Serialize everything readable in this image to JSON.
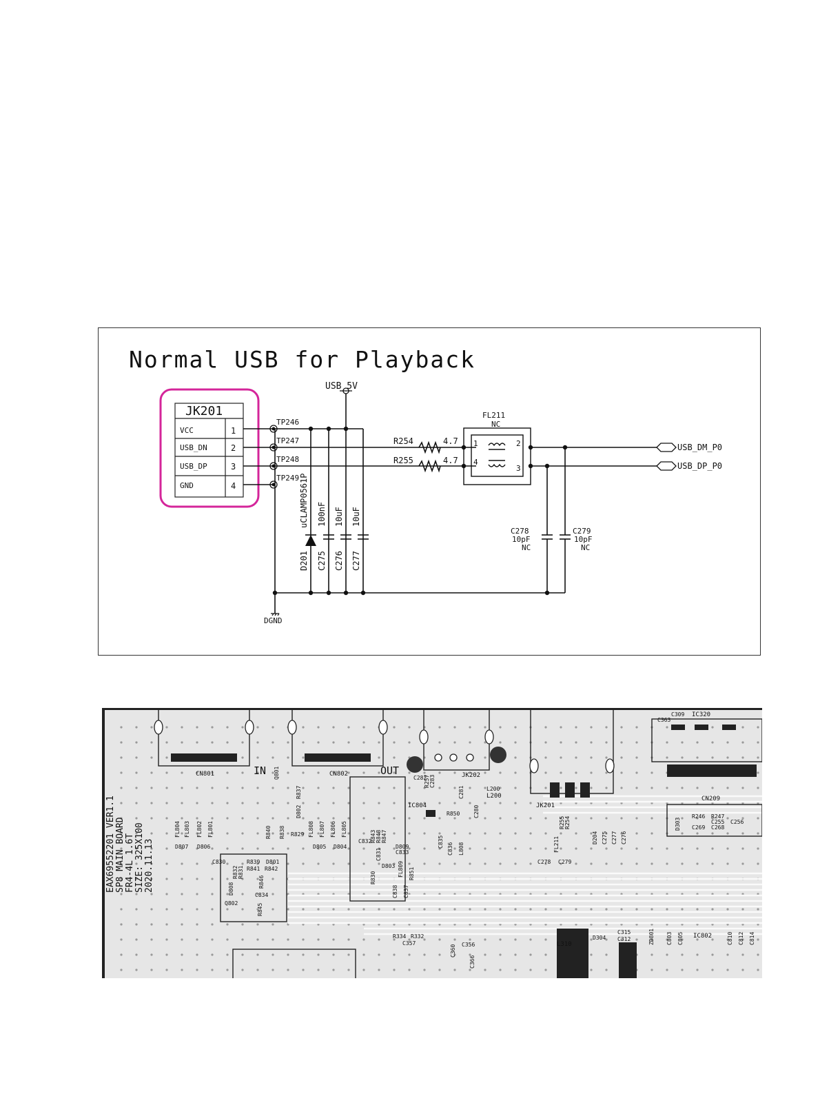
{
  "schematic": {
    "title": "Normal USB for Playback",
    "connector": {
      "ref": "JK201",
      "pins": [
        {
          "name": "VCC",
          "num": "1"
        },
        {
          "name": "USB_DN",
          "num": "2"
        },
        {
          "name": "USB_DP",
          "num": "3"
        },
        {
          "name": "GND",
          "num": "4"
        }
      ],
      "highlight_color": "#d4259a"
    },
    "test_points": [
      "TP246",
      "TP247",
      "TP248",
      "TP249"
    ],
    "power_label": "USB_5V",
    "ground_label": "DGND",
    "filter": {
      "ref": "FL211",
      "value": "NC",
      "pins": [
        "1",
        "2",
        "4",
        "3"
      ]
    },
    "resistors": [
      {
        "ref": "R254",
        "value": "4.7"
      },
      {
        "ref": "R255",
        "value": "4.7"
      }
    ],
    "diode": {
      "ref": "D201",
      "part": "uCLAMP0561P"
    },
    "capacitors": [
      {
        "ref": "C275",
        "value": "100nF"
      },
      {
        "ref": "C276",
        "value": "10uF"
      },
      {
        "ref": "C277",
        "value": "10uF"
      }
    ],
    "nc_capacitors": [
      {
        "ref": "C278",
        "value": "10pF",
        "note": "NC"
      },
      {
        "ref": "C279",
        "value": "10pF",
        "note": "NC"
      }
    ],
    "outputs": [
      "USB_DM_P0",
      "USB_DP_P0"
    ]
  },
  "pcb": {
    "board_text": [
      "EAX69552201 VER1.1",
      "SP8 MAIN BOARD",
      "FR4-4L 1.6T",
      "SIZE: 325X100",
      "2020.11.13"
    ],
    "port_labels": {
      "in": "IN",
      "out": "OUT"
    },
    "connector_labels": [
      "CN801",
      "CN802",
      "JK202",
      "JK201",
      "CN209",
      "IC320",
      "IC804",
      "IC802",
      "L310",
      "L200"
    ],
    "silkscreen_labels": [
      "FL804",
      "FL803",
      "FL802",
      "FL801",
      "D807",
      "D806",
      "C830",
      "R839",
      "D801",
      "R832",
      "R831",
      "R841",
      "R842",
      "D808",
      "R846",
      "C834",
      "Q802",
      "R845",
      "R840",
      "R838",
      "R829",
      "Q801",
      "D802",
      "R837",
      "FL808",
      "FL807",
      "FL806",
      "FL805",
      "D805",
      "D804",
      "C832",
      "R843",
      "R848",
      "R847",
      "D809",
      "C833",
      "R830",
      "C831",
      "D803",
      "C838",
      "FL809",
      "C837",
      "R851",
      "C282",
      "C283",
      "R257",
      "R850",
      "C835",
      "C836",
      "L808",
      "C280",
      "C281",
      "L200",
      "FL211",
      "R255",
      "R254",
      "D204",
      "C275",
      "C277",
      "C276",
      "C278",
      "C279",
      "C363",
      "C309",
      "R246",
      "R247",
      "C255",
      "C256",
      "C269",
      "C268",
      "D303",
      "R334",
      "R332",
      "C357",
      "C360",
      "C356",
      "C366",
      "D304",
      "C315",
      "C312",
      "ZD801",
      "C803",
      "C805",
      "C810",
      "C812",
      "C814"
    ],
    "colors": {
      "board": "#e6e6e6",
      "trace": "#ffffff",
      "silk": "#222222"
    }
  }
}
